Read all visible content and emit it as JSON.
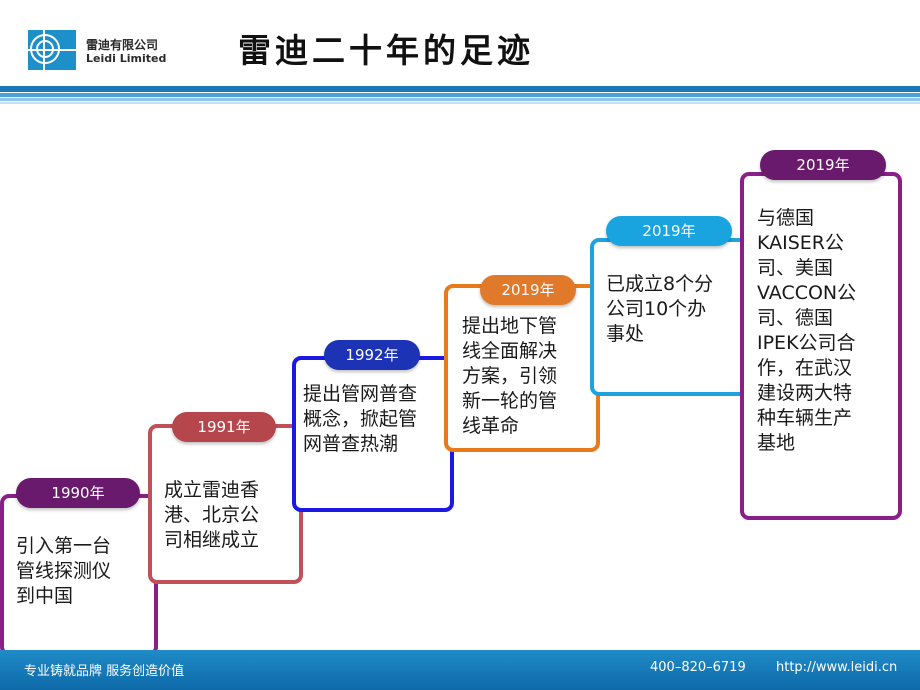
{
  "header": {
    "logo_cn": "雷迪有限公司",
    "logo_en": "Leidi Limited",
    "title": "雷迪二十年的足迹"
  },
  "timeline": [
    {
      "year": "1990年",
      "text": "引入第一台\n管线探测仪\n到中国",
      "border_color": "#8a1f8a",
      "pill_color": "#6a1a6c"
    },
    {
      "year": "1991年",
      "text": " 成立雷迪香\n港、北京公\n司相继成立",
      "border_color": "#c0505a",
      "pill_color": "#b5474c"
    },
    {
      "year": "1992年",
      "text": "提出管网普查\n概念，掀起管\n网普查热潮",
      "border_color": "#1a1ae0",
      "pill_color": "#1d33b5"
    },
    {
      "year": "2019年",
      "text": "提出地下管\n线全面解决\n方案，引领\n新一轮的管\n线革命",
      "border_color": "#e87a1a",
      "pill_color": "#e0792a"
    },
    {
      "year": "2019年",
      "text": "已成立8个分\n公司10个办\n事处",
      "border_color": "#1fa2e0",
      "pill_color": "#19a3df"
    },
    {
      "year": "2019年",
      "text": "与德国\nKAISER公\n司、美国\nVACCON公\n司、德国\nIPEK公司合\n作，在武汉\n建设两大特\n种车辆生产\n基地",
      "border_color": "#8a1f8a",
      "pill_color": "#6a1a6c"
    }
  ],
  "footer": {
    "slogan": "专业铸就品牌   服务创造价值",
    "phone": "400–820–6719",
    "url": "http://www.leidi.cn"
  }
}
